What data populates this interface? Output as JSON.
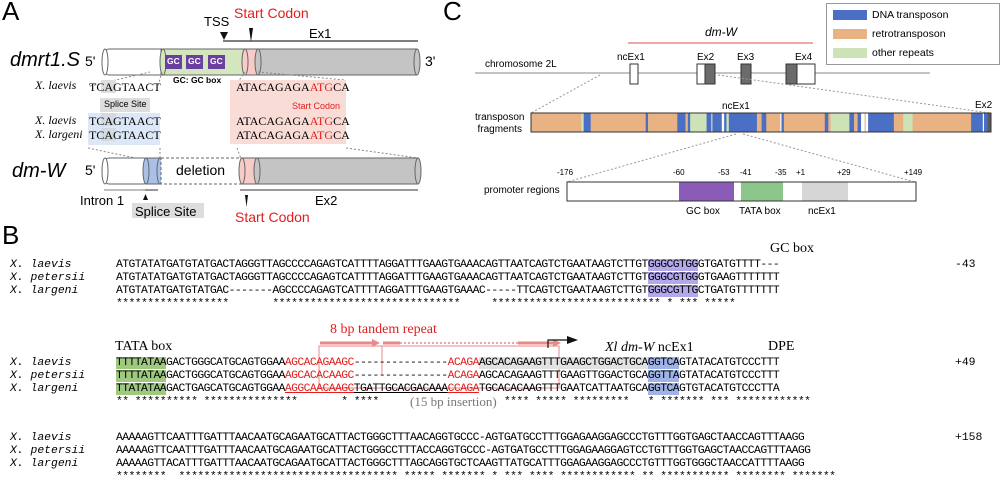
{
  "panel_a": {
    "letter": "A",
    "gene1": "dmrt1.S",
    "gene2": "dm-W",
    "five_prime": "5'",
    "three_prime": "3'",
    "tss": "TSS",
    "start_codon": "Start Codon",
    "ex1": "Ex1",
    "ex2": "Ex2",
    "gc_box_chip": "GC",
    "gc_legend": "GC: GC box",
    "splice_site": "Splice Site",
    "deletion": "deletion",
    "intron1": "Intron 1",
    "species_laevis": "X. laevis",
    "species_largeni": "X. largeni",
    "splice_seq": "TCAGTAACT",
    "start_seq_prefix": "ATACAGAGA",
    "start_seq_codon": "ATG",
    "start_seq_suffix": "CA",
    "colors": {
      "gc_box": "#6a3fa0",
      "promoter": "#d3e6bd",
      "start": "#f7cbc7",
      "exon": "#c4c4c4",
      "splice": "#a9c1e6",
      "red": "#e0201e"
    }
  },
  "panel_b": {
    "letter": "B",
    "species": [
      "X. laevis",
      "X. petersii",
      "X. largeni"
    ],
    "block1": {
      "gc_label": "GC box",
      "end_number": "-43",
      "rows": [
        [
          "ATGTATATGATGTATGACTAGGGTTAGCCCCAGAGTCATTTTAGGATTTGAAGTGAAACAGTTAATCAGTCTGAATAAGTCTTGT",
          "GGGCGTGG",
          "GTGATGTTTT---"
        ],
        [
          "ATGTATATGATGTATGACTAGGGTTAGCCCCAGAGTCATTTTAGGATTTGAAGTGAAACAGTTAATCAGTCTGAATAAGTCTTGT",
          "GGGCGTGG",
          "GTGAAGTTTTTTT"
        ],
        [
          "ATGTATATGATGTATGAC-------AGCCCCAGAGTCATTTTAGGATTTGAAGTGAAAC-----TTCAGTCTGAATAAGTCTTGT",
          "GGGCGTTG",
          "CTGATGTTTTTTT"
        ]
      ],
      "stars": "******************       ******************************     *************************** * *** *****"
    },
    "block2": {
      "tata_label": "TATA box",
      "repeat_label": "8 bp tandem repeat",
      "ncex1_label_italic": "Xl dm-W",
      "ncex1_label": "ncEx1",
      "dpe_label": "DPE",
      "insertion_label": "(15 bp insertion)",
      "end_number": "+49",
      "rows": [
        {
          "tata": "TTTTATAA",
          "a": "GACTGGGCATGCAGTGGAA",
          "rep1": "AGCACAGA",
          "rep2": "AGC",
          "mid": "---------------",
          "rep3": "ACAGA",
          "nc": "AGCACAGAAGTTTGAAGCTGGACTGCA",
          "dpe": "GGTCA",
          "end": "GTATACATGTCCCTTT"
        },
        {
          "tata": "TTTTATAA",
          "a": "GACTGGGCATGCAGTGGAA",
          "rep1": "AGCACACA",
          "rep2": "AGC",
          "mid": "---------------",
          "rep3": "ACAGA",
          "nc": "AGCACAGAAGTTTGAAGTTGGACTGCA",
          "dpe": "GGTTA",
          "end": "GTATACATGTCCCTTT"
        },
        {
          "tata": "TTATATAA",
          "a": "GACTGAGCATGCAGTGGAA",
          "rep1": "AGGCAACA",
          "rep2": "AGC",
          "mid": "TGATTGCACGACAAA",
          "rep3": "CCAGA",
          "nc": "TGCACACAAGTTTGAATCATTAATGCA",
          "dpe": "GGTCA",
          "end": "GTGTACATGTCCCTTA"
        }
      ],
      "stars": "** ********** ***************       * ****                    **** ***** *********   * ******* *** ************"
    },
    "block3": {
      "end_number": "+158",
      "rows": [
        "AAAAAGTTCAATTTGATTTAACAATGCAGAATGCATTACTGGGCTTTAACAGGTGCCC-AGTGATGCCTTTGGAGAAGGAGCCCTGTTTGGTGAGCTAACCAGTTTAAGG",
        "AAAAAGTTCAATTTGATTTAACAATGCAGAATGCATTACTGGGCCTTTACCAGGTGCCC-AGTGATGCCTTTGGAGAAGGAGTCCTGTTTGGTGAGCTAACCAGTTTAAGG",
        "AAAAAGTTACATTTGATTTAACAATGCAGAATGCATTACTGGGCTTTAGCAGGTGCTCAAGTTATGCATTTGGAGAAGGAGCCCTGTTTGGTGGGCTAACCATTTTAAGG"
      ],
      "stars": "********  *********************************** ***** ******* * *** **** ************ ** *********** ******** *******"
    }
  },
  "panel_c": {
    "letter": "C",
    "gene": "dm-W",
    "chromosome": "chromosome 2L",
    "exons": [
      "ncEx1",
      "Ex2",
      "Ex3",
      "Ex4"
    ],
    "fragments_label_1": "transposon",
    "fragments_label_2": "fragments",
    "fragments_ncex1": "ncEx1",
    "fragments_ex2": "Ex2",
    "promoter_label": "promoter regions",
    "positions": [
      "-176",
      "-60",
      "-53",
      "-41",
      "-35",
      "+1",
      "+29",
      "+149"
    ],
    "region_labels": [
      "GC box",
      "TATA box",
      "ncEx1"
    ],
    "legend": [
      {
        "label": "DNA transposon",
        "color": "#4a6fc4"
      },
      {
        "label": "retrotransposon",
        "color": "#e8b283"
      },
      {
        "label": "other repeats",
        "color": "#cde2b6"
      }
    ],
    "colors": {
      "dmw_line": "#e88a88",
      "gc_box": "#8a5cb8",
      "tata_box": "#8cc68a",
      "ncex1": "#d6d6d6"
    }
  }
}
